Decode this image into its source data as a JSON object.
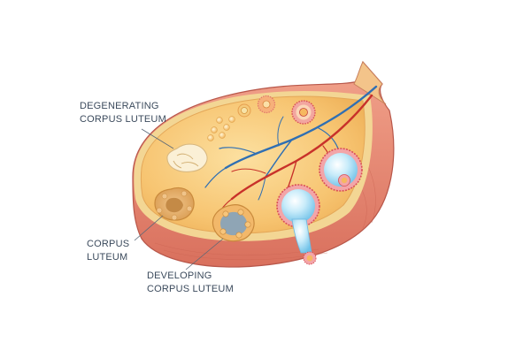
{
  "labels": {
    "degenerating": {
      "line1": "DEGENERATING",
      "line2": "CORPUS LUTEUM"
    },
    "corpus": {
      "line1": "CORPUS",
      "line2": "LUTEUM"
    },
    "developing": {
      "line1": "DEVELOPING",
      "line2": "CORPUS LUTEUM"
    }
  },
  "colors": {
    "outer_tissue": "#e58a74",
    "inner_stroma": "#f7c572",
    "rim": "#f3d694",
    "artery": "#c8312a",
    "vein": "#2f6fb3",
    "follicle_fluid": "#a8dcf2",
    "follicle_ring": "#d94f57",
    "label_text": "#3b4a5c"
  }
}
